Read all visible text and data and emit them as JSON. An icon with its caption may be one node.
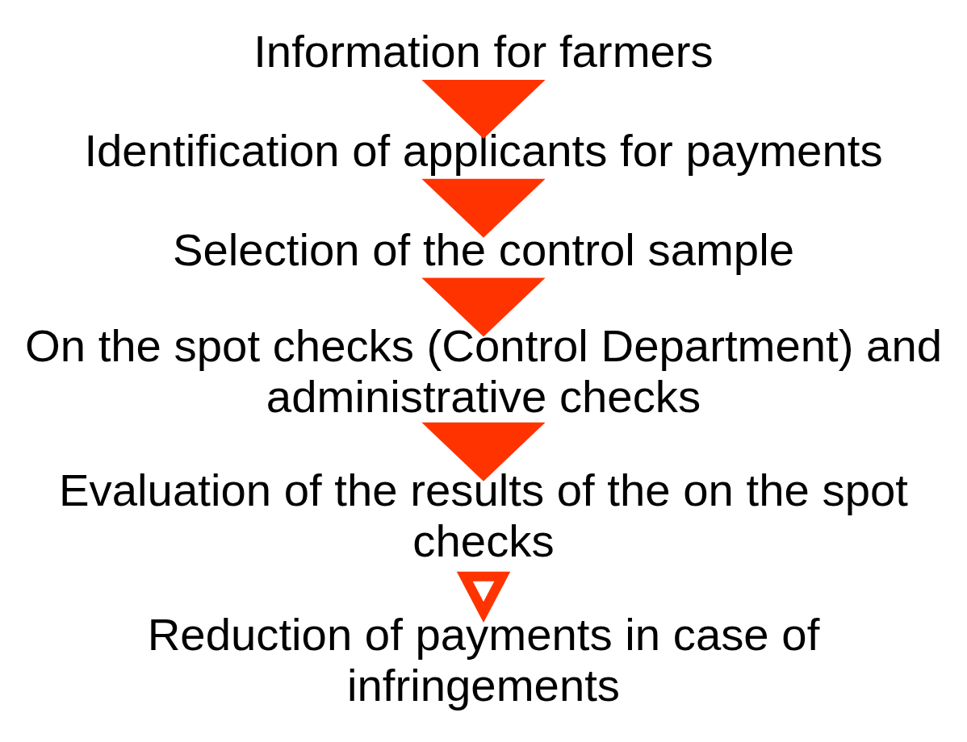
{
  "diagram": {
    "nodes": [
      {
        "text": [
          "Information for farmers"
        ]
      },
      {
        "text": [
          "Identification of applicants for payments"
        ]
      },
      {
        "text": [
          "Selection of the control sample"
        ]
      },
      {
        "text": [
          "On the spot checks (Control Department) and administrative checks"
        ]
      },
      {
        "text": [
          "Evaluation of the results of the on the spot checks"
        ]
      },
      {
        "text": [
          "Reduction of payments in case of infringements"
        ]
      }
    ],
    "edges": [
      {
        "from": 0,
        "to": 1,
        "arrow": "to",
        "style": "thick"
      },
      {
        "from": 1,
        "to": 2,
        "arrow": "to",
        "style": "thick"
      },
      {
        "from": 2,
        "to": 3,
        "arrow": "to",
        "style": "thick"
      },
      {
        "from": 3,
        "to": 4,
        "arrow": "to",
        "style": "thick"
      },
      {
        "from": 4,
        "to": 5,
        "arrow": "to",
        "style": "dashed"
      }
    ]
  }
}
